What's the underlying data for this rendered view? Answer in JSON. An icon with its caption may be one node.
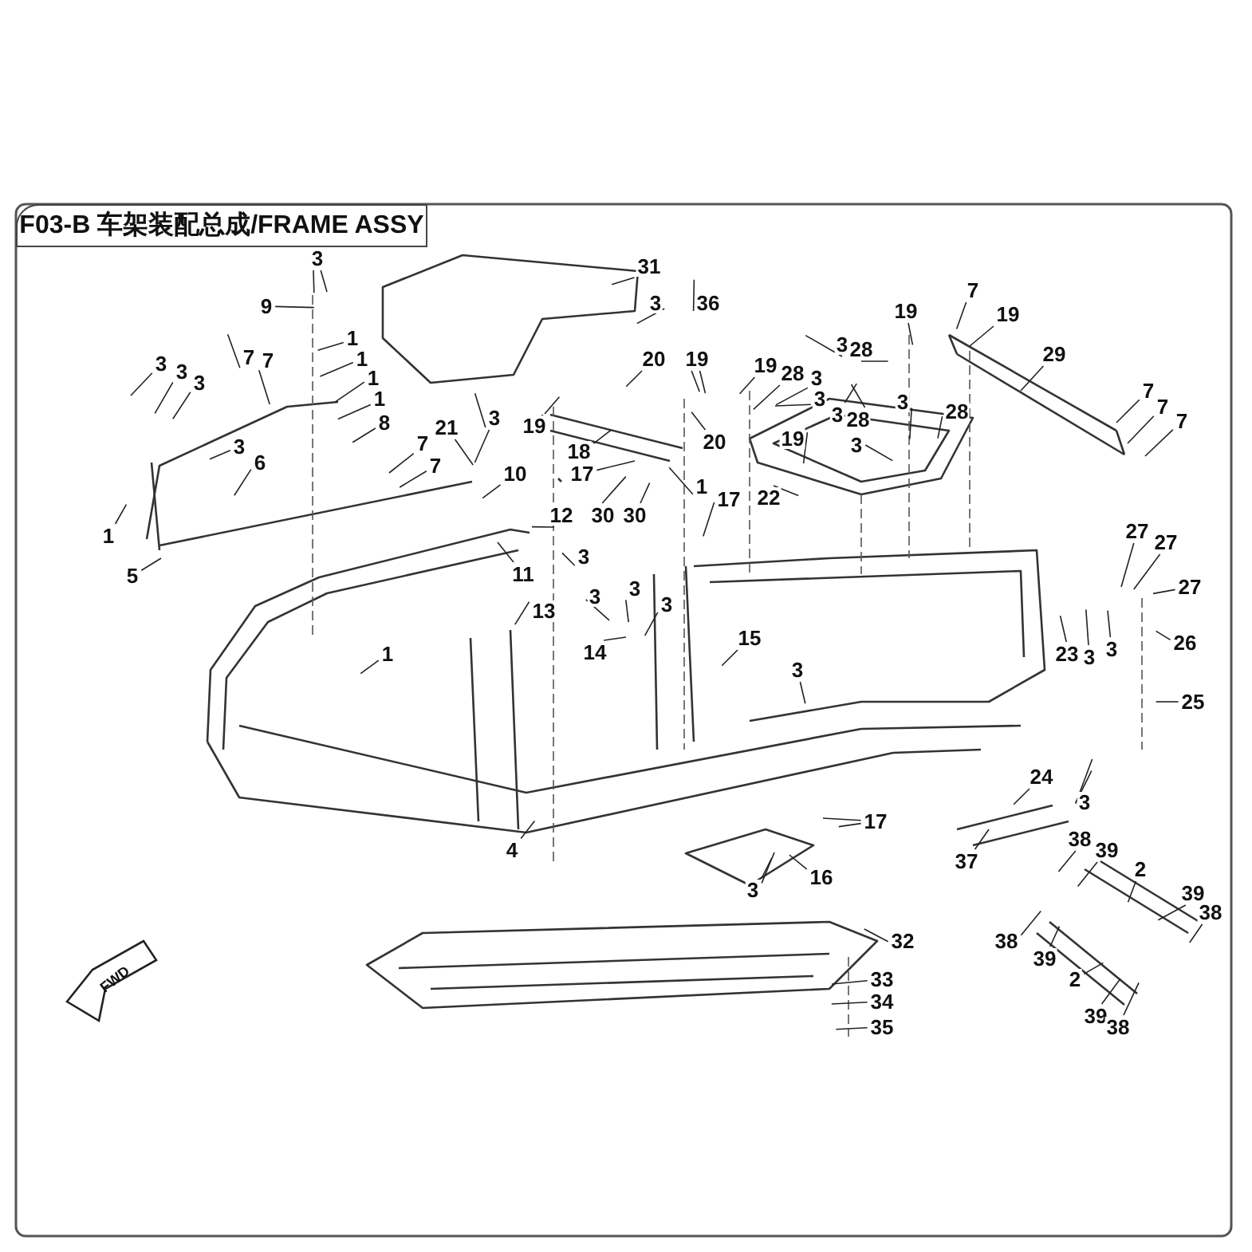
{
  "diagram": {
    "title": "F03-B 车架装配总成/FRAME ASSY",
    "nodes": [
      {
        "text": [
          "3"
        ]
      },
      {
        "text": [
          "9"
        ]
      },
      {
        "text": [
          "1"
        ]
      },
      {
        "text": [
          "1"
        ]
      },
      {
        "text": [
          "1"
        ]
      },
      {
        "text": [
          "1"
        ]
      },
      {
        "text": [
          "3"
        ]
      },
      {
        "text": [
          "3"
        ]
      },
      {
        "text": [
          "3"
        ]
      },
      {
        "text": [
          "7"
        ]
      },
      {
        "text": [
          "7"
        ]
      },
      {
        "text": [
          "3"
        ]
      },
      {
        "text": [
          "6"
        ]
      },
      {
        "text": [
          "8"
        ]
      },
      {
        "text": [
          "7"
        ]
      },
      {
        "text": [
          "7"
        ]
      },
      {
        "text": [
          "1"
        ]
      },
      {
        "text": [
          "5"
        ]
      },
      {
        "text": [
          "21"
        ]
      },
      {
        "text": [
          "3"
        ]
      },
      {
        "text": [
          "10"
        ]
      },
      {
        "text": [
          "12"
        ]
      },
      {
        "text": [
          "11"
        ]
      },
      {
        "text": [
          "13"
        ]
      },
      {
        "text": [
          "31"
        ]
      },
      {
        "text": [
          "3"
        ]
      },
      {
        "text": [
          "36"
        ]
      },
      {
        "text": [
          "20"
        ]
      },
      {
        "text": [
          "19"
        ]
      },
      {
        "text": [
          "19"
        ]
      },
      {
        "text": [
          "18"
        ]
      },
      {
        "text": [
          "17"
        ]
      },
      {
        "text": [
          "20"
        ]
      },
      {
        "text": [
          "1"
        ]
      },
      {
        "text": [
          "17"
        ]
      },
      {
        "text": [
          "30"
        ]
      },
      {
        "text": [
          "30"
        ]
      },
      {
        "text": [
          "19"
        ]
      },
      {
        "text": [
          "28"
        ]
      },
      {
        "text": [
          "3"
        ]
      },
      {
        "text": [
          "3"
        ]
      },
      {
        "text": [
          "3"
        ]
      },
      {
        "text": [
          "28"
        ]
      },
      {
        "text": [
          "3"
        ]
      },
      {
        "text": [
          "19"
        ]
      },
      {
        "text": [
          "28"
        ]
      },
      {
        "text": [
          "3"
        ]
      },
      {
        "text": [
          "28"
        ]
      },
      {
        "text": [
          "3"
        ]
      },
      {
        "text": [
          "22"
        ]
      },
      {
        "text": [
          "19"
        ]
      },
      {
        "text": [
          "7"
        ]
      },
      {
        "text": [
          "19"
        ]
      },
      {
        "text": [
          "29"
        ]
      },
      {
        "text": [
          "7"
        ]
      },
      {
        "text": [
          "7"
        ]
      },
      {
        "text": [
          "7"
        ]
      },
      {
        "text": [
          "3"
        ]
      },
      {
        "text": [
          "3"
        ]
      },
      {
        "text": [
          "3"
        ]
      },
      {
        "text": [
          "3"
        ]
      },
      {
        "text": [
          "14"
        ]
      },
      {
        "text": [
          "15"
        ]
      },
      {
        "text": [
          "27"
        ]
      },
      {
        "text": [
          "27"
        ]
      },
      {
        "text": [
          "27"
        ]
      },
      {
        "text": [
          "23"
        ]
      },
      {
        "text": [
          "3"
        ]
      },
      {
        "text": [
          "3"
        ]
      },
      {
        "text": [
          "26"
        ]
      },
      {
        "text": [
          "25"
        ]
      },
      {
        "text": [
          "3"
        ]
      },
      {
        "text": [
          "1"
        ]
      },
      {
        "text": [
          "24"
        ]
      },
      {
        "text": [
          "3"
        ]
      },
      {
        "text": [
          "17"
        ]
      },
      {
        "text": [
          "37"
        ]
      },
      {
        "text": [
          "16"
        ]
      },
      {
        "text": [
          "3"
        ]
      },
      {
        "text": [
          "4"
        ]
      },
      {
        "text": [
          "38"
        ]
      },
      {
        "text": [
          "39"
        ]
      },
      {
        "text": [
          "2"
        ]
      },
      {
        "text": [
          "39"
        ]
      },
      {
        "text": [
          "38"
        ]
      },
      {
        "text": [
          "38"
        ]
      },
      {
        "text": [
          "39"
        ]
      },
      {
        "text": [
          "2"
        ]
      },
      {
        "text": [
          "39"
        ]
      },
      {
        "text": [
          "38"
        ]
      },
      {
        "text": [
          "32"
        ]
      },
      {
        "text": [
          "33"
        ]
      },
      {
        "text": [
          "34"
        ]
      },
      {
        "text": [
          "35"
        ]
      }
    ],
    "edges": [
      {
        "from": 0,
        "to": null,
        "arrow": "none"
      },
      {
        "from": 0,
        "to": null,
        "arrow": "none"
      },
      {
        "from": 1,
        "to": null,
        "arrow": "none"
      },
      {
        "from": 2,
        "to": null,
        "arrow": "none"
      },
      {
        "from": 3,
        "to": null,
        "arrow": "none"
      },
      {
        "from": 4,
        "to": null,
        "arrow": "none"
      },
      {
        "from": 5,
        "to": null,
        "arrow": "none"
      },
      {
        "from": 6,
        "to": null,
        "arrow": "none"
      },
      {
        "from": 7,
        "to": null,
        "arrow": "none"
      },
      {
        "from": 8,
        "to": null,
        "arrow": "none"
      },
      {
        "from": 9,
        "to": null,
        "arrow": "none"
      },
      {
        "from": 10,
        "to": null,
        "arrow": "none"
      },
      {
        "from": 11,
        "to": null,
        "arrow": "none"
      },
      {
        "from": 12,
        "to": null,
        "arrow": "none"
      },
      {
        "from": 13,
        "to": null,
        "arrow": "none"
      },
      {
        "from": 14,
        "to": null,
        "arrow": "none"
      },
      {
        "from": 15,
        "to": null,
        "arrow": "none"
      },
      {
        "from": 16,
        "to": null,
        "arrow": "none"
      },
      {
        "from": 17,
        "to": null,
        "arrow": "none"
      },
      {
        "from": 18,
        "to": null,
        "arrow": "none"
      },
      {
        "from": 19,
        "to": null,
        "arrow": "none"
      },
      {
        "from": 19,
        "to": null,
        "arrow": "none"
      },
      {
        "from": 20,
        "to": null,
        "arrow": "none"
      },
      {
        "from": 21,
        "to": null,
        "arrow": "none"
      },
      {
        "from": 22,
        "to": null,
        "arrow": "none"
      },
      {
        "from": 23,
        "to": null,
        "arrow": "none"
      },
      {
        "from": 24,
        "to": null,
        "arrow": "none"
      },
      {
        "from": 25,
        "to": null,
        "arrow": "none"
      },
      {
        "from": 26,
        "to": null,
        "arrow": "none"
      },
      {
        "from": 27,
        "to": null,
        "arrow": "none"
      },
      {
        "from": 28,
        "to": null,
        "arrow": "none"
      },
      {
        "from": 28,
        "to": null,
        "arrow": "none"
      },
      {
        "from": 29,
        "to": null,
        "arrow": "none"
      },
      {
        "from": 30,
        "to": null,
        "arrow": "none"
      },
      {
        "from": 31,
        "to": null,
        "arrow": "none"
      },
      {
        "from": 32,
        "to": null,
        "arrow": "none"
      },
      {
        "from": 33,
        "to": null,
        "arrow": "none"
      },
      {
        "from": 34,
        "to": null,
        "arrow": "none"
      },
      {
        "from": 35,
        "to": null,
        "arrow": "none"
      },
      {
        "from": 36,
        "to": null,
        "arrow": "none"
      },
      {
        "from": 37,
        "to": null,
        "arrow": "none"
      },
      {
        "from": 38,
        "to": null,
        "arrow": "none"
      },
      {
        "from": 39,
        "to": null,
        "arrow": "none"
      },
      {
        "from": 40,
        "to": null,
        "arrow": "none"
      },
      {
        "from": 41,
        "to": null,
        "arrow": "none"
      },
      {
        "from": 42,
        "to": null,
        "arrow": "none"
      },
      {
        "from": 43,
        "to": null,
        "arrow": "none"
      },
      {
        "from": 44,
        "to": null,
        "arrow": "none"
      },
      {
        "from": 45,
        "to": null,
        "arrow": "none"
      },
      {
        "from": 46,
        "to": null,
        "arrow": "none"
      },
      {
        "from": 47,
        "to": null,
        "arrow": "none"
      },
      {
        "from": 48,
        "to": null,
        "arrow": "none"
      },
      {
        "from": 49,
        "to": null,
        "arrow": "none"
      },
      {
        "from": 50,
        "to": null,
        "arrow": "none"
      },
      {
        "from": 51,
        "to": null,
        "arrow": "none"
      },
      {
        "from": 52,
        "to": null,
        "arrow": "none"
      },
      {
        "from": 53,
        "to": null,
        "arrow": "none"
      },
      {
        "from": 54,
        "to": null,
        "arrow": "none"
      },
      {
        "from": 55,
        "to": null,
        "arrow": "none"
      },
      {
        "from": 56,
        "to": null,
        "arrow": "none"
      },
      {
        "from": 57,
        "to": null,
        "arrow": "none"
      },
      {
        "from": 58,
        "to": null,
        "arrow": "none"
      },
      {
        "from": 59,
        "to": null,
        "arrow": "none"
      },
      {
        "from": 60,
        "to": null,
        "arrow": "none"
      },
      {
        "from": 61,
        "to": null,
        "arrow": "none"
      },
      {
        "from": 62,
        "to": null,
        "arrow": "none"
      },
      {
        "from": 63,
        "to": null,
        "arrow": "none"
      },
      {
        "from": 64,
        "to": null,
        "arrow": "none"
      },
      {
        "from": 65,
        "to": null,
        "arrow": "none"
      },
      {
        "from": 66,
        "to": null,
        "arrow": "none"
      },
      {
        "from": 67,
        "to": null,
        "arrow": "none"
      },
      {
        "from": 68,
        "to": null,
        "arrow": "none"
      },
      {
        "from": 69,
        "to": null,
        "arrow": "none"
      },
      {
        "from": 70,
        "to": null,
        "arrow": "none"
      },
      {
        "from": 71,
        "to": null,
        "arrow": "none"
      },
      {
        "from": 72,
        "to": null,
        "arrow": "none"
      },
      {
        "from": 73,
        "to": null,
        "arrow": "none"
      },
      {
        "from": 74,
        "to": null,
        "arrow": "none"
      },
      {
        "from": 74,
        "to": null,
        "arrow": "none"
      },
      {
        "from": 75,
        "to": null,
        "arrow": "none"
      },
      {
        "from": 75,
        "to": null,
        "arrow": "none"
      },
      {
        "from": 76,
        "to": null,
        "arrow": "none"
      },
      {
        "from": 77,
        "to": null,
        "arrow": "none"
      },
      {
        "from": 78,
        "to": null,
        "arrow": "none"
      },
      {
        "from": 78,
        "to": null,
        "arrow": "none"
      },
      {
        "from": 79,
        "to": null,
        "arrow": "none"
      },
      {
        "from": 80,
        "to": null,
        "arrow": "none"
      },
      {
        "from": 81,
        "to": null,
        "arrow": "none"
      },
      {
        "from": 82,
        "to": null,
        "arrow": "none"
      },
      {
        "from": 83,
        "to": null,
        "arrow": "none"
      },
      {
        "from": 84,
        "to": null,
        "arrow": "none"
      },
      {
        "from": 85,
        "to": null,
        "arrow": "none"
      },
      {
        "from": 86,
        "to": null,
        "arrow": "none"
      },
      {
        "from": 87,
        "to": null,
        "arrow": "none"
      },
      {
        "from": 88,
        "to": null,
        "arrow": "none"
      },
      {
        "from": 89,
        "to": null,
        "arrow": "none"
      },
      {
        "from": 90,
        "to": null,
        "arrow": "none"
      },
      {
        "from": 91,
        "to": null,
        "arrow": "none"
      },
      {
        "from": 92,
        "to": null,
        "arrow": "none"
      },
      {
        "from": 93,
        "to": null,
        "arrow": "none"
      }
    ],
    "labels": [
      "FWD"
    ]
  }
}
